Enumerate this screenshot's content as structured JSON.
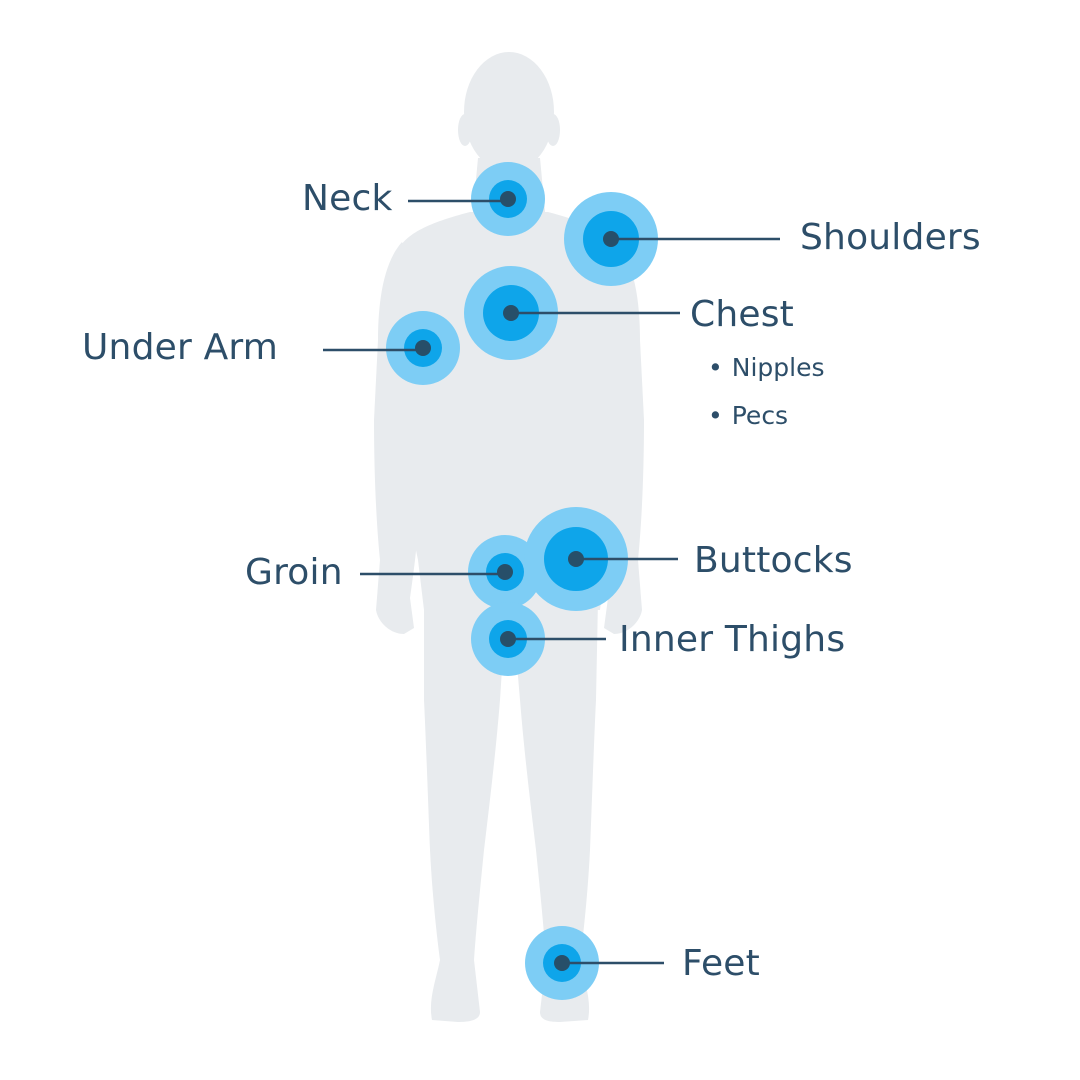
{
  "colors": {
    "silhouette": "#e8ebee",
    "ring_outer": "#7dcdf5",
    "ring_inner": "#0ea5ea",
    "dot": "#274f69",
    "line": "#2d4e69",
    "text": "#2d4e69"
  },
  "regions": [
    {
      "id": "neck",
      "label": "Neck"
    },
    {
      "id": "shoulders",
      "label": "Shoulders"
    },
    {
      "id": "chest",
      "label": "Chest",
      "sub_items": [
        "Nipples",
        "Pecs"
      ]
    },
    {
      "id": "under-arm",
      "label": "Under Arm"
    },
    {
      "id": "groin",
      "label": "Groin"
    },
    {
      "id": "buttocks",
      "label": "Buttocks"
    },
    {
      "id": "inner-thighs",
      "label": "Inner Thighs"
    },
    {
      "id": "feet",
      "label": "Feet"
    }
  ],
  "bullet_glyph": "•"
}
